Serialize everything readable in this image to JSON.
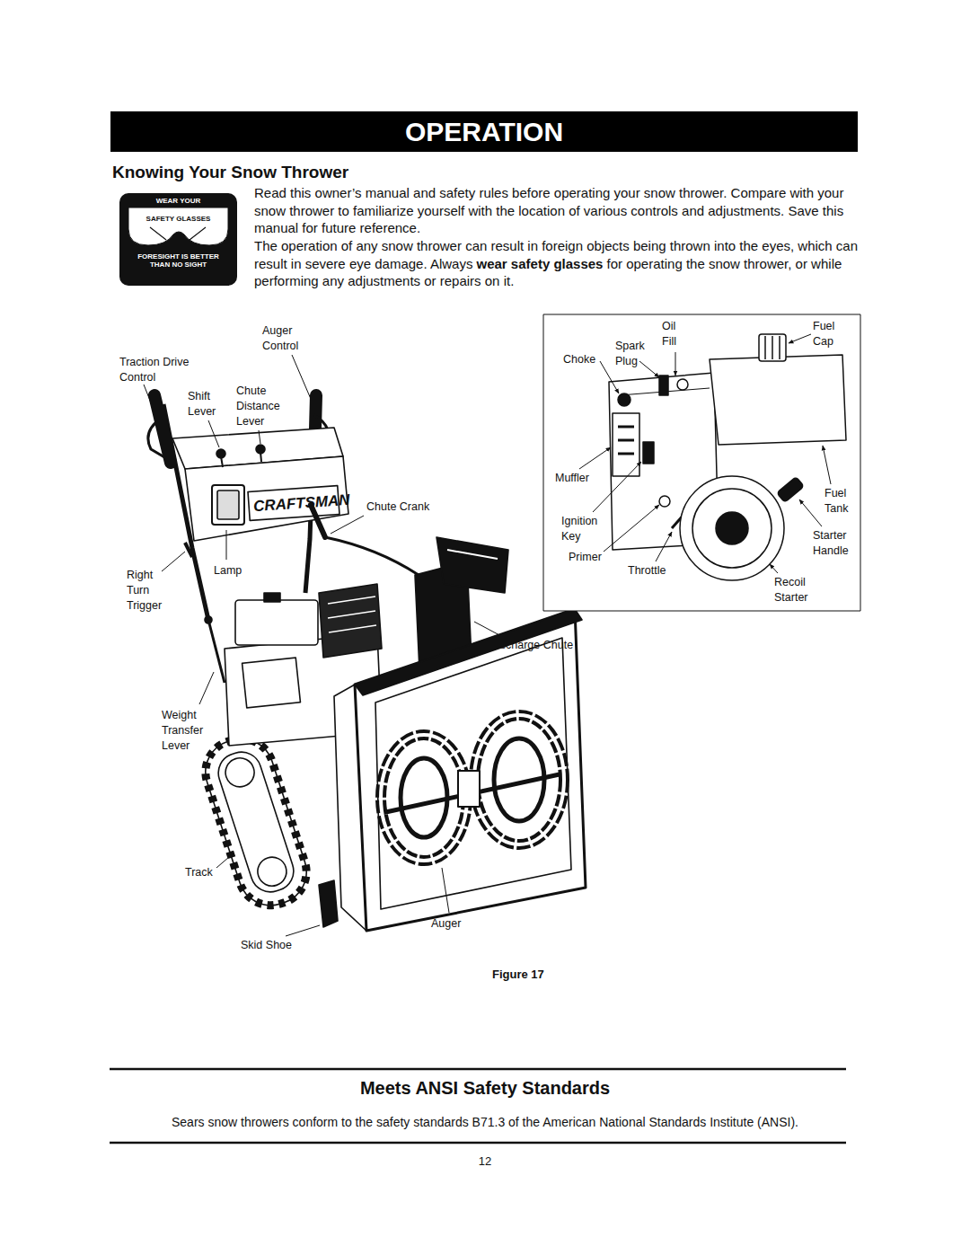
{
  "diagram": {
    "title": "OPERATION",
    "nodes": [
      {
        "text": [
          "WEAR YOUR",
          "SAFETY GLASSES",
          "FORESIGHT IS BETTER THAN NO SIGHT"
        ]
      }
    ],
    "labels": [
      "Knowing Your Snow Thrower",
      "Read this owner’s manual and safety rules before operating your snow thrower. Compare with your snow thrower to familiarize yourself with the location of various controls and adjustments. Save this manual for future reference.",
      "The operation of any snow thrower can result in foreign objects being thrown into the eyes, which can result in severe eye damage. Always",
      "wear safety glasses",
      "for operating the snow thrower, or while performing any adjustments or repairs on it.",
      "Auger Control",
      "Traction Drive Control",
      "Shift Lever",
      "Chute Distance Lever",
      "CRAFTSMAN",
      "Chute Crank",
      "Right Turn Trigger",
      "Lamp",
      "Discharge Chute",
      "Weight Transfer Lever",
      "Track",
      "Auger",
      "Skid Shoe",
      "Choke",
      "Spark Plug",
      "Oil Fill",
      "Fuel Cap",
      "Muffler",
      "Fuel Tank",
      "Ignition Key",
      "Primer",
      "Throttle",
      "Starter Handle",
      "Recoil Starter",
      "Figure 17",
      "Meets ANSI Safety Standards",
      "Sears snow throwers conform to the safety standards B71.3 of the American National Standards Institute (ANSI).",
      "12"
    ]
  }
}
